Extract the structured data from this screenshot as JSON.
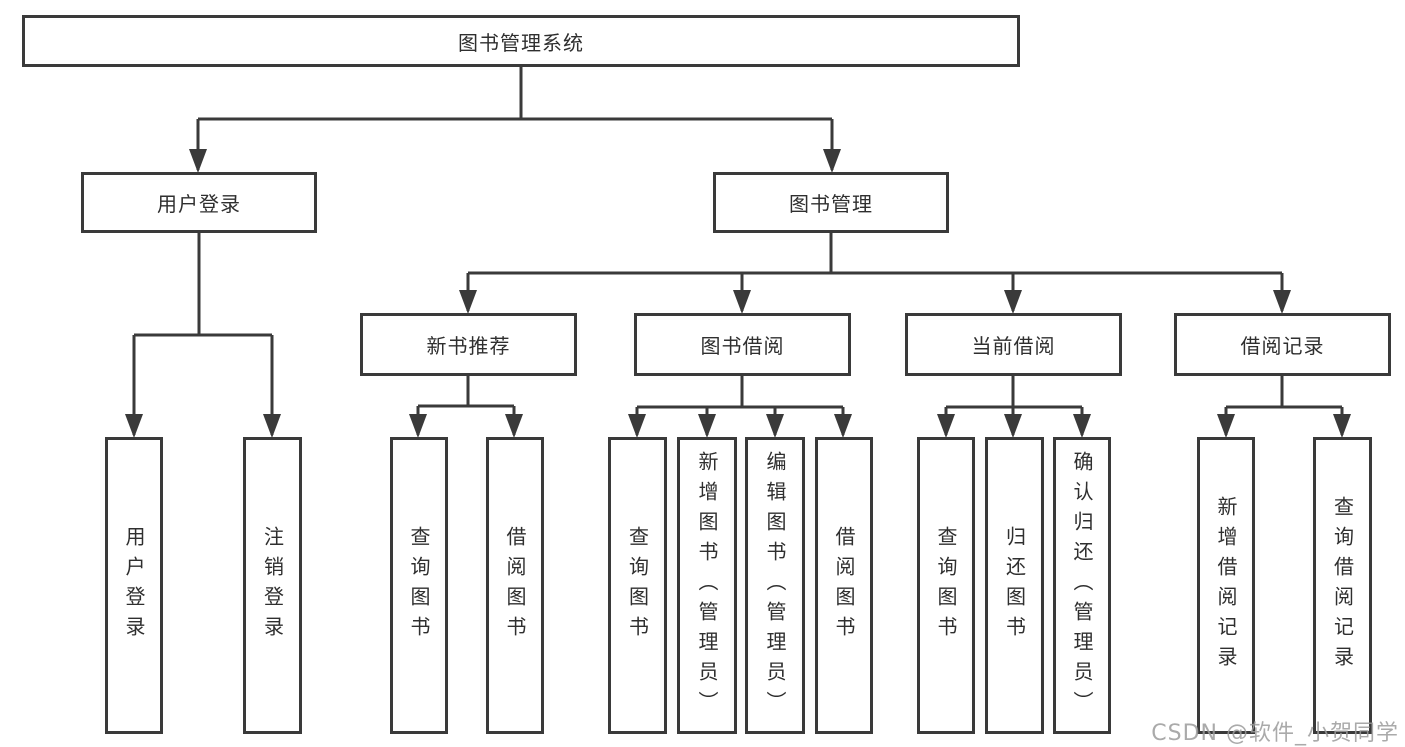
{
  "diagram": {
    "title_node": {
      "label": "图书管理系统"
    },
    "branches": [
      {
        "label": "用户登录",
        "children": [
          {
            "label": "用户登录"
          },
          {
            "label": "注销登录"
          }
        ]
      },
      {
        "label": "图书管理",
        "children": [
          {
            "label": "新书推荐",
            "children": [
              {
                "label": "查询图书"
              },
              {
                "label": "借阅图书"
              }
            ]
          },
          {
            "label": "图书借阅",
            "children": [
              {
                "label": "查询图书"
              },
              {
                "label": "新增图书（管理员）"
              },
              {
                "label": "编辑图书（管理员）"
              },
              {
                "label": "借阅图书"
              }
            ]
          },
          {
            "label": "当前借阅",
            "children": [
              {
                "label": "查询图书"
              },
              {
                "label": "归还图书"
              },
              {
                "label": "确认归还（管理员）"
              }
            ]
          },
          {
            "label": "借阅记录",
            "children": [
              {
                "label": "新增借阅记录"
              },
              {
                "label": "查询借阅记录"
              }
            ]
          }
        ]
      }
    ],
    "watermark": "CSDN @软件_小贺同学",
    "colors": {
      "line": "#3a3a3a",
      "text": "#2f2f2f",
      "background": "#ffffff",
      "watermark": "#9b9b9b"
    }
  }
}
